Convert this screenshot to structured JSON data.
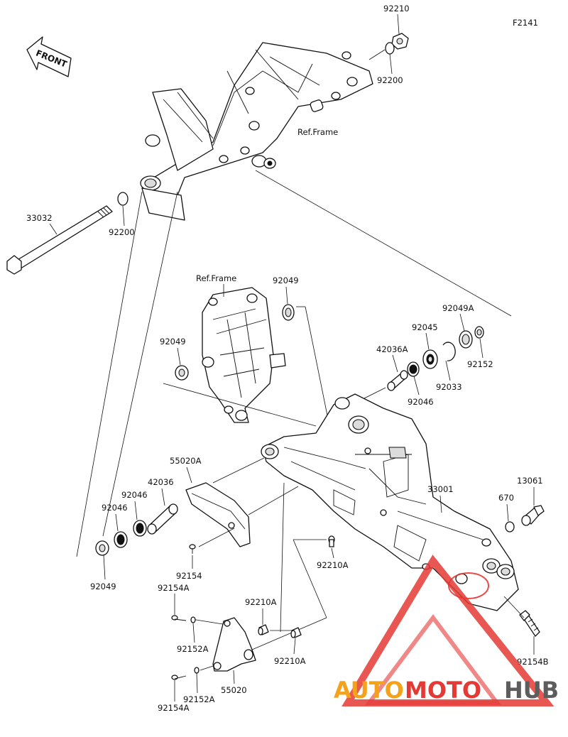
{
  "figure_code": "F2141",
  "front_label": "FRONT",
  "ref_frame_top": "Ref.Frame",
  "ref_frame_mid": "Ref.Frame",
  "callouts": [
    {
      "id": "c92210",
      "text": "92210"
    },
    {
      "id": "c92200a",
      "text": "92200"
    },
    {
      "id": "c33032",
      "text": "33032"
    },
    {
      "id": "c92200b",
      "text": "92200"
    },
    {
      "id": "c92049a",
      "text": "92049"
    },
    {
      "id": "c92049b",
      "text": "92049"
    },
    {
      "id": "c92049A",
      "text": "92049A"
    },
    {
      "id": "c92045",
      "text": "92045"
    },
    {
      "id": "c42036A",
      "text": "42036A"
    },
    {
      "id": "c92152",
      "text": "92152"
    },
    {
      "id": "c92033",
      "text": "92033"
    },
    {
      "id": "c92046a",
      "text": "92046"
    },
    {
      "id": "c55020A",
      "text": "55020A"
    },
    {
      "id": "c42036",
      "text": "42036"
    },
    {
      "id": "c92046b",
      "text": "92046"
    },
    {
      "id": "c92046c",
      "text": "92046"
    },
    {
      "id": "c33001",
      "text": "33001"
    },
    {
      "id": "c13061",
      "text": "13061"
    },
    {
      "id": "c670",
      "text": "670"
    },
    {
      "id": "c92049c",
      "text": "92049"
    },
    {
      "id": "c92154",
      "text": "92154"
    },
    {
      "id": "c92210A_a",
      "text": "92210A"
    },
    {
      "id": "c92154A_a",
      "text": "92154A"
    },
    {
      "id": "c92210A_b",
      "text": "92210A"
    },
    {
      "id": "c92152A_a",
      "text": "92152A"
    },
    {
      "id": "c92210A_c",
      "text": "92210A"
    },
    {
      "id": "c92154B",
      "text": "92154B"
    },
    {
      "id": "c92152A_b",
      "text": "92152A"
    },
    {
      "id": "c55020",
      "text": "55020"
    },
    {
      "id": "c92154A_b",
      "text": "92154A"
    }
  ],
  "watermark": {
    "part1": "AUTO",
    "part2": "MOTO",
    "part3": "HUB",
    "colors": {
      "auto": "#f4a21c",
      "moto": "#e53935",
      "hub": "#5d5d5d"
    }
  }
}
